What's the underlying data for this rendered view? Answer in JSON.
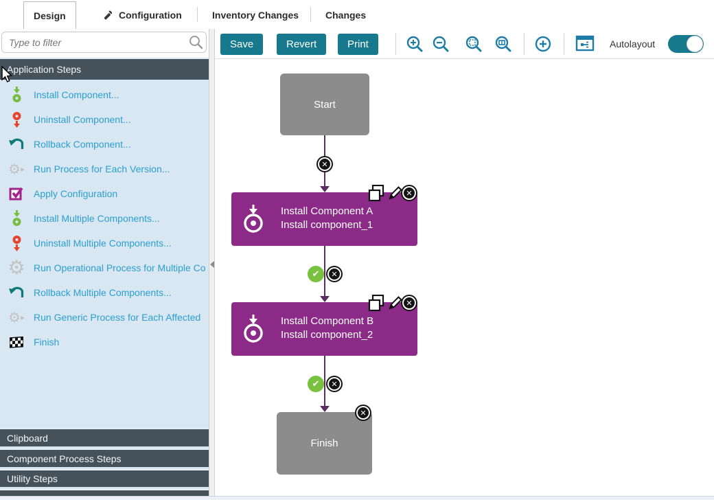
{
  "tabs": [
    {
      "label": "Design",
      "active": true
    },
    {
      "label": "Configuration",
      "active": false
    },
    {
      "label": "Inventory Changes",
      "active": false
    },
    {
      "label": "Changes",
      "active": false
    }
  ],
  "sidebar": {
    "filter_placeholder": "Type to filter",
    "steps_header": "Application Steps",
    "items": [
      {
        "label": "Install Component...",
        "icon": "install-component-icon"
      },
      {
        "label": "Uninstall Component...",
        "icon": "uninstall-component-icon"
      },
      {
        "label": "Rollback Component...",
        "icon": "rollback-component-icon"
      },
      {
        "label": "Run Process for Each Version...",
        "icon": "gear-play-icon"
      },
      {
        "label": "Apply Configuration",
        "icon": "apply-configuration-icon"
      },
      {
        "label": "Install Multiple Components...",
        "icon": "install-component-icon"
      },
      {
        "label": "Uninstall Multiple Components...",
        "icon": "uninstall-component-icon"
      },
      {
        "label": "Run Operational Process for Multiple Co",
        "icon": "gear-icon"
      },
      {
        "label": "Rollback Multiple Components...",
        "icon": "rollback-component-icon"
      },
      {
        "label": "Run Generic Process for Each Affected",
        "icon": "gear-play-icon"
      },
      {
        "label": "Finish",
        "icon": "finish-flag-icon"
      }
    ],
    "sections": {
      "clipboard": "Clipboard",
      "component_process_steps": "Component Process Steps",
      "utility_steps": "Utility Steps"
    }
  },
  "toolbar": {
    "save": "Save",
    "revert": "Revert",
    "print": "Print",
    "autolayout_label": "Autolayout",
    "autolayout_on": true
  },
  "flow": {
    "start_label": "Start",
    "finish_label": "Finish",
    "steps": [
      {
        "title": "Install Component A",
        "subtitle": "Install component_1"
      },
      {
        "title": "Install Component B",
        "subtitle": "Install component_2"
      }
    ]
  },
  "colors": {
    "accent_teal": "#17798d",
    "step_purple": "#8b2b87",
    "node_gray": "#8d8c8d",
    "connector_purple": "#5c2e60",
    "success_green": "#79c13e",
    "link_blue": "#2b9fd2",
    "header_dark": "#45525c",
    "sidebar_bg": "#d8e7f1"
  }
}
